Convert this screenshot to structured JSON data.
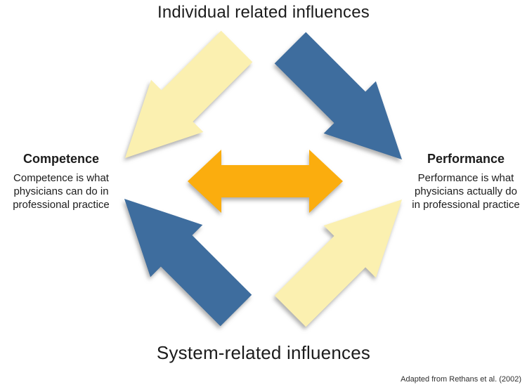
{
  "diagram": {
    "top_title": "Individual related influences",
    "bottom_title": "System-related influences",
    "left": {
      "heading": "Competence",
      "line1": "Competence is what",
      "line2": "physicians can do in",
      "line3": "professional practice"
    },
    "right": {
      "heading": "Performance",
      "line1": "Performance is what",
      "line2": "physicians actually do",
      "line3": "in professional practice"
    },
    "footnote": "Adapted from Rethans et al. (2002)",
    "colors": {
      "cream": "#FBF0B0",
      "blue": "#3E6D9E",
      "orange": "#FBAD0E",
      "text": "#1C1C1C"
    }
  }
}
